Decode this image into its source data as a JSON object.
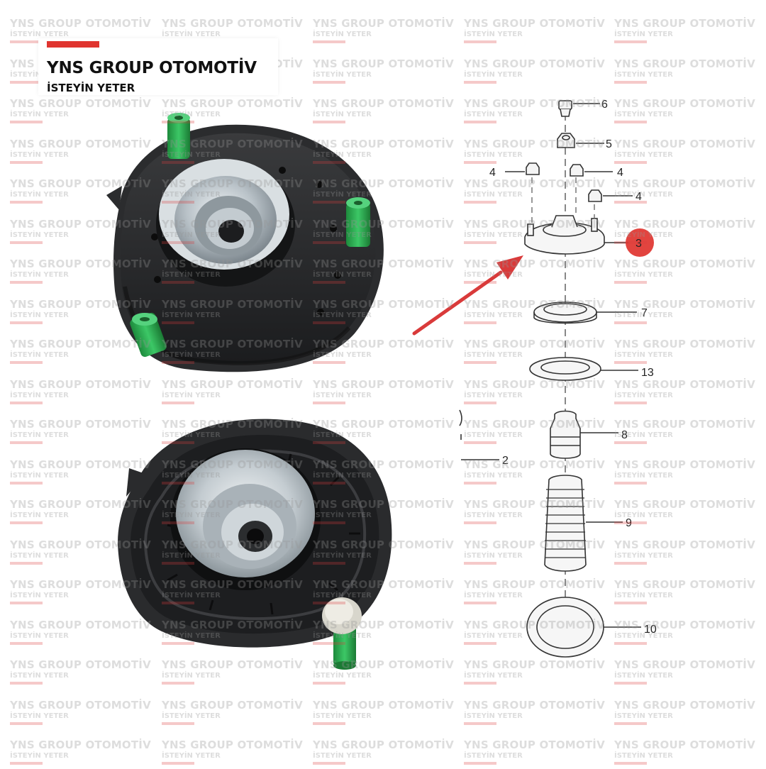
{
  "brand": {
    "name": "YNS GROUP OTOMOTİV",
    "tagline": "İSTEYİN YETER",
    "accent_color": "#e0342f"
  },
  "watermark": {
    "line1": "YNS GROUP OTOMOTİV",
    "line2": "İSTEYİN YETER"
  },
  "diagram": {
    "callouts": [
      "6",
      "5",
      "4",
      "4",
      "4",
      "3",
      "7",
      "13",
      "8",
      "9",
      "10",
      "2"
    ],
    "highlighted_part": "3",
    "highlight_color": "#e0342f"
  }
}
